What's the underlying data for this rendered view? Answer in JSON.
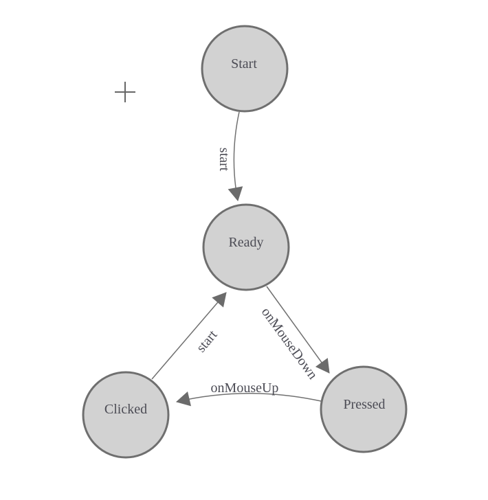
{
  "diagram": {
    "type": "state-machine",
    "nodes": [
      {
        "id": "start",
        "label": "Start"
      },
      {
        "id": "ready",
        "label": "Ready"
      },
      {
        "id": "clicked",
        "label": "Clicked"
      },
      {
        "id": "pressed",
        "label": "Pressed"
      }
    ],
    "edges": [
      {
        "id": "start-to-ready",
        "from": "start",
        "to": "ready",
        "label": "start"
      },
      {
        "id": "clicked-to-ready",
        "from": "clicked",
        "to": "ready",
        "label": "start"
      },
      {
        "id": "ready-to-pressed",
        "from": "ready",
        "to": "pressed",
        "label": "onMouseDown"
      },
      {
        "id": "pressed-to-clicked",
        "from": "pressed",
        "to": "clicked",
        "label": "onMouseUp"
      }
    ],
    "icons": [
      {
        "name": "plus-crosshair-icon"
      }
    ],
    "palette": {
      "background": "#ffffff",
      "node_fill": "#d2d2d2",
      "node_stroke": "#6f6f6f",
      "edge_color": "#707070",
      "arrow_color": "#6b6b6b",
      "label_color": "#4c4c55",
      "crosshair_color": "#666666"
    }
  }
}
